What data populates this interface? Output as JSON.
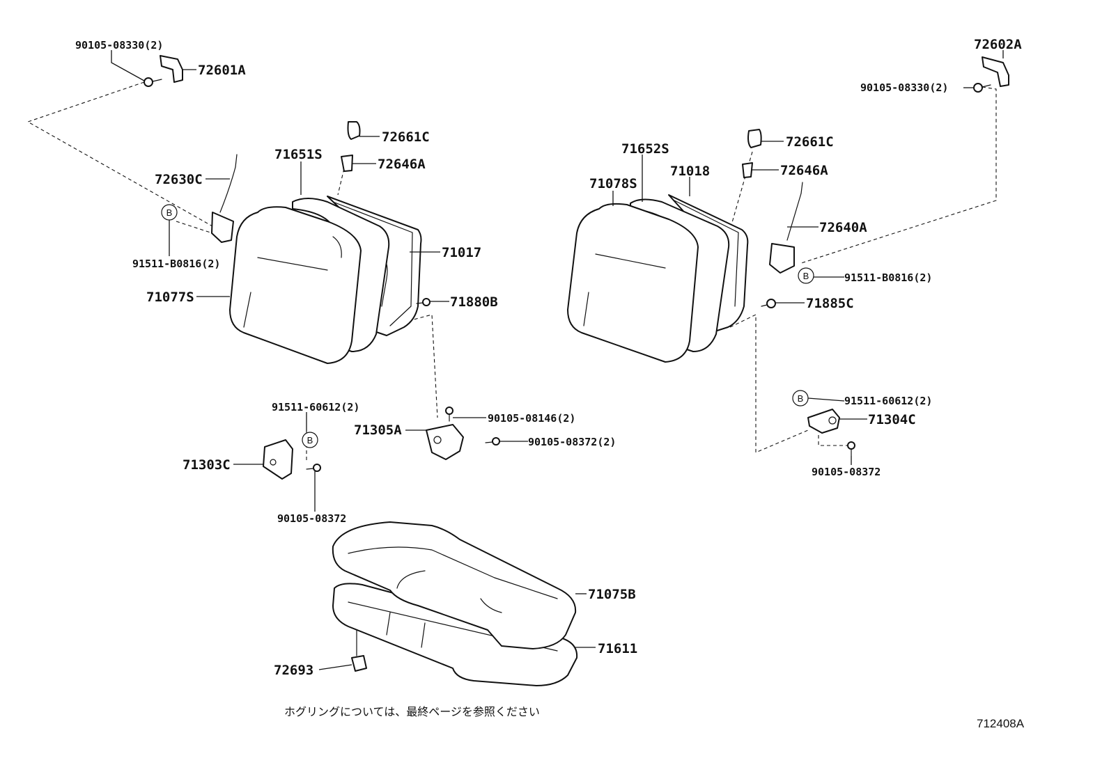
{
  "labels": {
    "p90105_08330_l": "90105-08330(2)",
    "p72601A": "72601A",
    "p72630C": "72630C",
    "p91511_B0816_l": "91511-B0816(2)",
    "p71651S": "71651S",
    "p71077S": "71077S",
    "p72661C_l": "72661C",
    "p72646A_l": "72646A",
    "p71017": "71017",
    "p71880B": "71880B",
    "p91511_60612_l": "91511-60612(2)",
    "p71303C": "71303C",
    "p90105_08372_l": "90105-08372",
    "p71305A": "71305A",
    "p90105_08146": "90105-08146(2)",
    "p90105_08372_c": "90105-08372(2)",
    "p72602A": "72602A",
    "p90105_08330_r": "90105-08330(2)",
    "p71652S": "71652S",
    "p71018": "71018",
    "p71078S": "71078S",
    "p72661C_r": "72661C",
    "p72646A_r": "72646A",
    "p72640A": "72640A",
    "p91511_B0816_r": "91511-B0816(2)",
    "p71885C": "71885C",
    "p91511_60612_r": "91511-60612(2)",
    "p71304C": "71304C",
    "p90105_08372_r": "90105-08372",
    "p71075B": "71075B",
    "p71611": "71611",
    "p72693": "72693"
  },
  "callout_letter": "B",
  "footer_note": "ホグリングについては、最終ページを参照ください",
  "diagram_code": "712408A",
  "colors": {
    "line": "#111111",
    "background": "#ffffff"
  }
}
